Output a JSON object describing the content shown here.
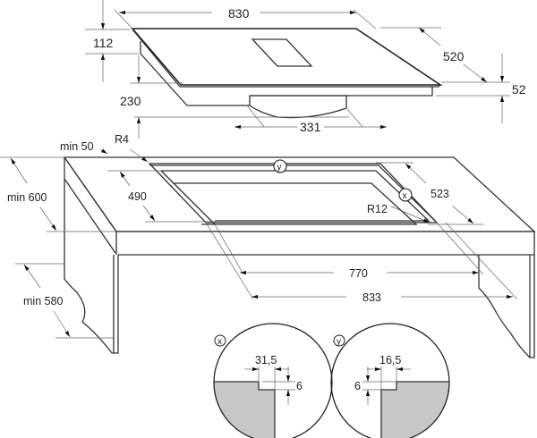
{
  "title": "Cooktop installation dimensions diagram",
  "hob": {
    "width_label": "830",
    "depth_label": "520",
    "total_height_label": "112",
    "glass_height_label": "52",
    "below_height_label": "230",
    "motor_width_label": "331"
  },
  "cutout": {
    "corner_radius_outer_label": "R4",
    "corner_radius_inner_label": "R12",
    "front_margin_label": "min 50",
    "inner_depth_label": "490",
    "outer_depth_label": "523",
    "inner_width_label": "770",
    "outer_width_label": "833",
    "marker_x": "x",
    "marker_y": "y"
  },
  "worktop": {
    "depth_label": "min 600",
    "cabinet_height_label": "min 580"
  },
  "details": {
    "x": {
      "marker": "x",
      "width_label": "31,5",
      "step_label": "6",
      "fill_color": "#c8c8c8"
    },
    "y": {
      "marker": "y",
      "width_label": "16,5",
      "step_label": "6",
      "fill_color": "#c8c8c8"
    }
  }
}
